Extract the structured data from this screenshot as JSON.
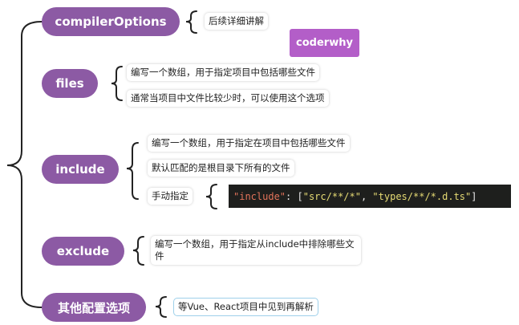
{
  "root_branches": [
    {
      "label": "compilerOptions",
      "notes": [
        "后续详细讲解"
      ]
    },
    {
      "label": "files",
      "notes": [
        "编写一个数组，用于指定项目中包括哪些文件",
        "通常当项目中文件比较少时，可以使用这个选项"
      ]
    },
    {
      "label": "include",
      "notes": [
        "编写一个数组，用于指定在项目中包括哪些文件",
        "默认匹配的是根目录下所有的文件",
        "手动指定"
      ]
    },
    {
      "label": "exclude",
      "notes": [
        "编写一个数组，用于指定从include中排除哪些文件"
      ]
    },
    {
      "label": "其他配置选项",
      "notes": [
        "等Vue、React项目中见到再解析"
      ]
    }
  ],
  "watermark": "coderwhy",
  "code_example": {
    "key": "\"include\"",
    "colon": ": [",
    "value1": "\"src/**/*\"",
    "comma": ", ",
    "value2": "\"types/**/*.d.ts\"",
    "close": "]"
  },
  "colors": {
    "node": "#8c5aa4",
    "tag": "#b35ec8",
    "code_bg": "#1e1f1d"
  }
}
